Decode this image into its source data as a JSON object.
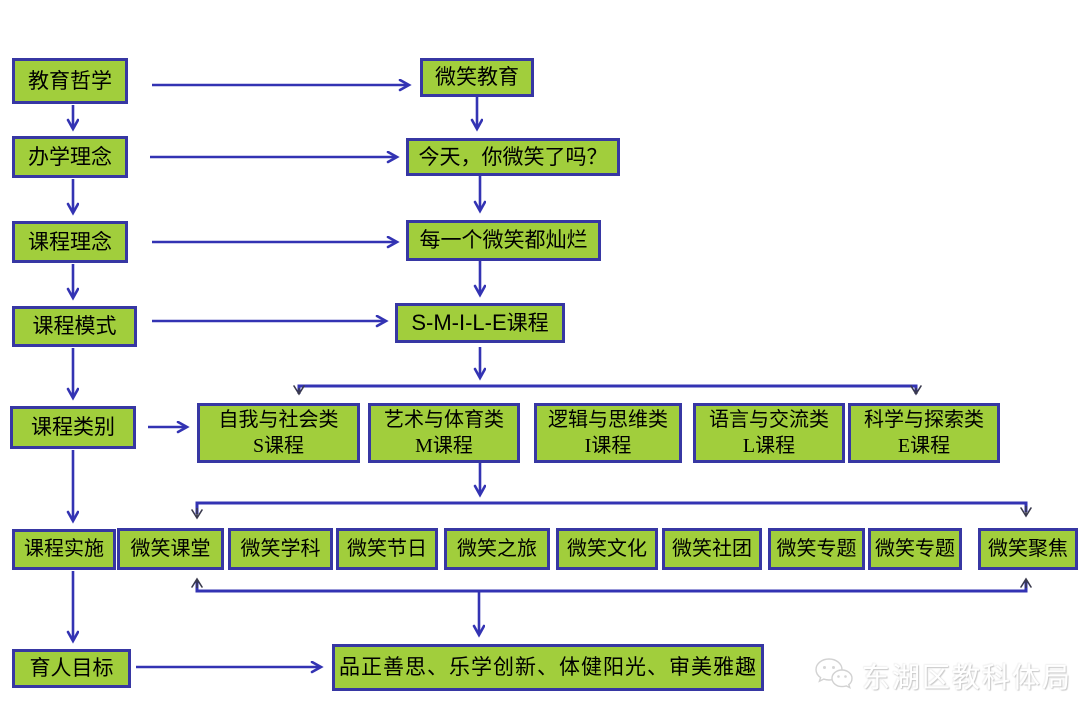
{
  "diagram": {
    "colors": {
      "node_fill": "#A1CE3C",
      "node_border": "#3737A3",
      "arrow_blue": "#3333B3",
      "arrow_thin": "#3A3A4D",
      "text": "#000000",
      "background": "#FFFFFF"
    },
    "left_column": [
      {
        "label": "教育哲学"
      },
      {
        "label": "办学理念"
      },
      {
        "label": "课程理念"
      },
      {
        "label": "课程模式"
      },
      {
        "label": "课程类别"
      },
      {
        "label": "课程实施"
      },
      {
        "label": "育人目标"
      }
    ],
    "center_column": [
      {
        "label": "微笑教育"
      },
      {
        "label": "今天，你微笑了吗？"
      },
      {
        "label": "每一个微笑都灿烂"
      },
      {
        "label_latin": "S-M-I-L-E",
        "label_cjk": "课程"
      }
    ],
    "category_row": [
      {
        "line1": "自我与社会类",
        "line2": "S课程"
      },
      {
        "line1": "艺术与体育类",
        "line2": "M课程"
      },
      {
        "line1": "逻辑与思维类",
        "line2": "I课程"
      },
      {
        "line1": "语言与交流类",
        "line2": "L课程"
      },
      {
        "line1": "科学与探索类",
        "line2": "E课程"
      }
    ],
    "implementation_row": [
      "微笑课堂",
      "微笑学科",
      "微笑节日",
      "微笑之旅",
      "微笑文化",
      "微笑社团",
      "微笑专题",
      "微笑专题",
      "微笑聚焦"
    ],
    "goal_box": "品正善思、乐学创新、体健阳光、审美雅趣",
    "watermark": {
      "text": "东湖区教科体局",
      "icon": "wechat-chat-bubbles-icon"
    }
  }
}
